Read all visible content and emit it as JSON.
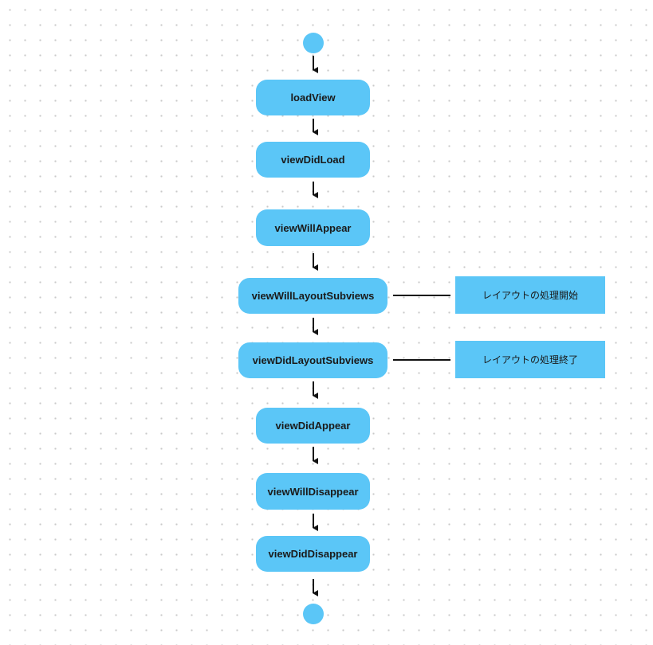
{
  "diagram": {
    "nodes": [
      {
        "id": "loadView",
        "label": "loadView"
      },
      {
        "id": "viewDidLoad",
        "label": "viewDidLoad"
      },
      {
        "id": "viewWillAppear",
        "label": "viewWillAppear"
      },
      {
        "id": "viewWillLayoutSubviews",
        "label": "viewWillLayoutSubviews"
      },
      {
        "id": "viewDidLayoutSubviews",
        "label": "viewDidLayoutSubviews"
      },
      {
        "id": "viewDidAppear",
        "label": "viewDidAppear"
      },
      {
        "id": "viewWillDisappear",
        "label": "viewWillDisappear"
      },
      {
        "id": "viewDidDisappear",
        "label": "viewDidDisappear"
      }
    ],
    "notes": [
      {
        "target": "viewWillLayoutSubviews",
        "label": "レイアウトの処理開始"
      },
      {
        "target": "viewDidLayoutSubviews",
        "label": "レイアウトの処理終了"
      }
    ],
    "colors": {
      "node_fill": "#5bc6f7",
      "arrow": "#111111",
      "grid_dot": "#c9c9c9",
      "background": "#ffffff"
    }
  }
}
